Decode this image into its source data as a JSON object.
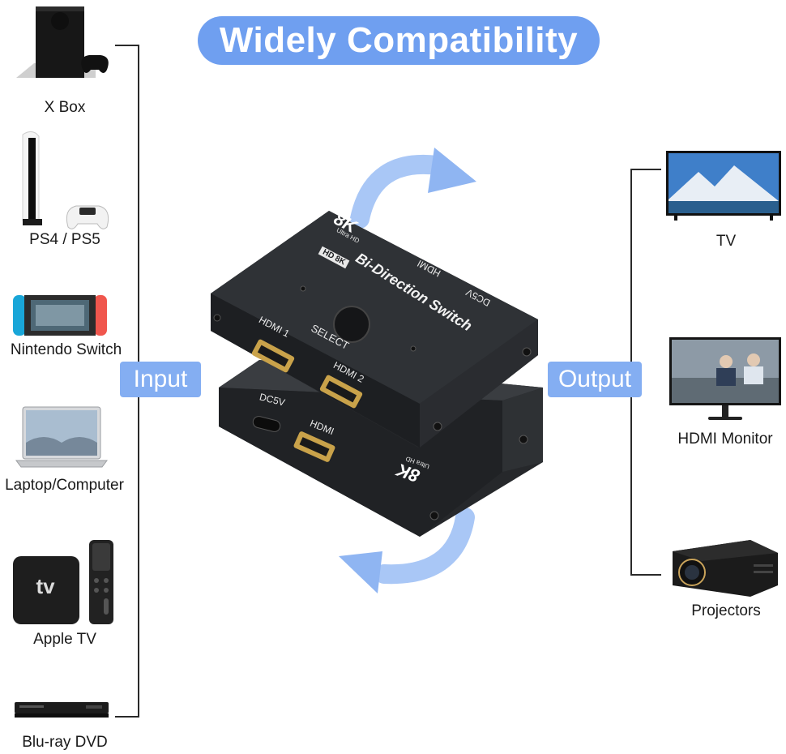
{
  "title": "Widely Compatibility",
  "input_tag": "Input",
  "output_tag": "Output",
  "inputs": [
    "X Box",
    "PS4 / PS5",
    "Nintendo Switch",
    "Laptop/Computer",
    "Apple TV",
    "Blu-ray DVD"
  ],
  "outputs": [
    "TV",
    "HDMI Monitor",
    "Projectors"
  ],
  "device": {
    "badge": "8K",
    "badge_sub": "Ultra HD",
    "hd_badge": "HD 8K",
    "name": "Bi-Direction Switch",
    "port_hdmi": "HDMI",
    "port_dc": "DC5V",
    "select": "SELECT",
    "hdmi1": "HDMI 1",
    "hdmi2": "HDMI 2"
  },
  "appletv_logo": "tv",
  "colors": {
    "accent": "#6f9ff0",
    "tag": "#84aef2",
    "device": "#2b2d30",
    "arrow": "#9ec0f5"
  }
}
